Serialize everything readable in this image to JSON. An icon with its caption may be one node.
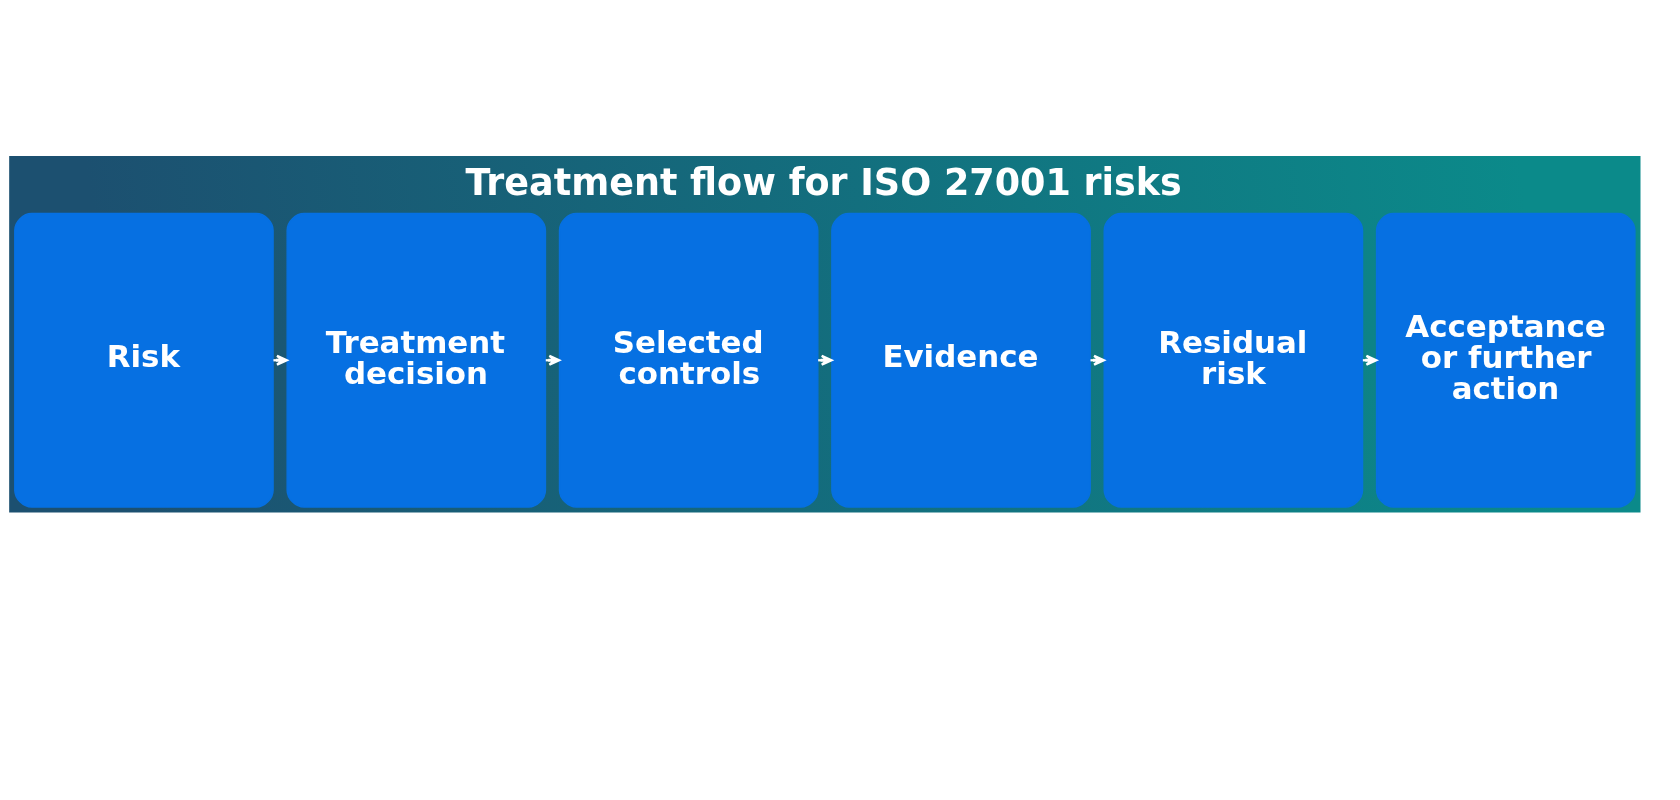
{
  "diagram": {
    "title": "Treatment flow for ISO 27001 risks",
    "nodes": [
      {
        "text": [
          "Risk"
        ]
      },
      {
        "text": [
          "Treatment decision"
        ]
      },
      {
        "text": [
          "Selected controls"
        ]
      },
      {
        "text": [
          "Evidence"
        ]
      },
      {
        "text": [
          "Residual risk"
        ]
      },
      {
        "text": [
          "Acceptance or further action"
        ]
      }
    ],
    "edges": [
      {
        "from": 0,
        "to": 1,
        "arrow": "to"
      },
      {
        "from": 1,
        "to": 2,
        "arrow": "to"
      },
      {
        "from": 2,
        "to": 3,
        "arrow": "to"
      },
      {
        "from": 3,
        "to": 4,
        "arrow": "to"
      },
      {
        "from": 4,
        "to": 5,
        "arrow": "to"
      }
    ]
  }
}
